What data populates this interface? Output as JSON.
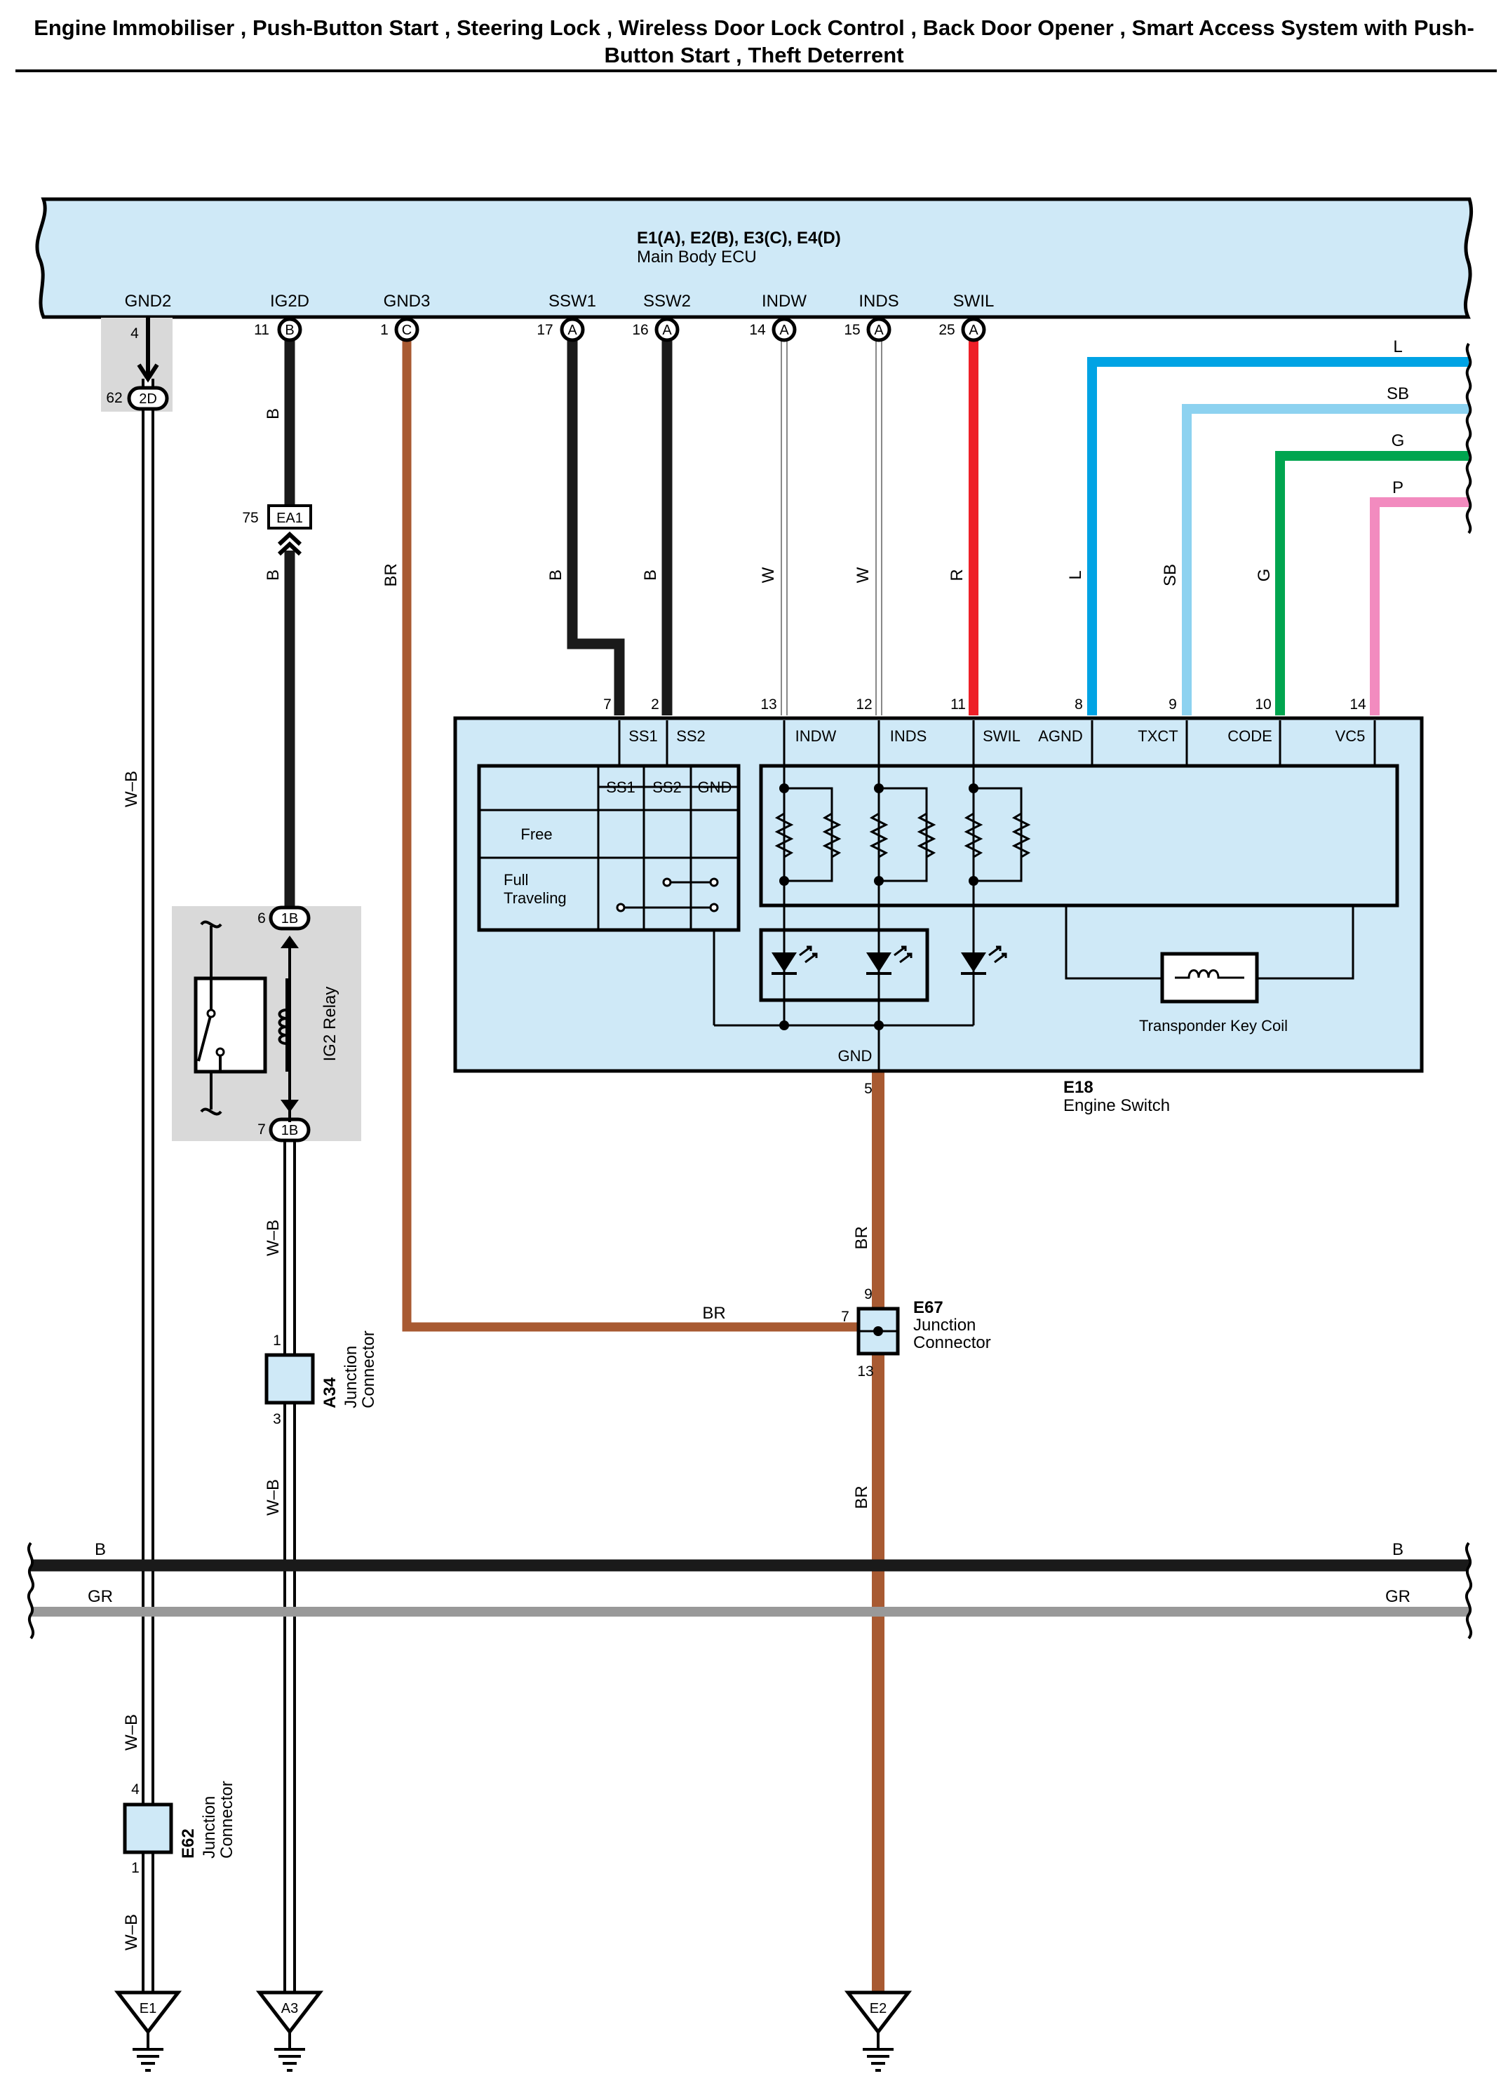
{
  "title": "Engine Immobiliser , Push-Button Start , Steering Lock , Wireless Door Lock Control , Back Door Opener , Smart Access System with Push-Button Start , Theft Deterrent",
  "colors": {
    "ecu_fill": "#cfe9f7",
    "wire_black": "#1a1a1a",
    "wire_brown": "#a85a32",
    "wire_red": "#ee2028",
    "wire_blue": "#00a3e4",
    "wire_sky_blue": "#8dd2f0",
    "wire_green": "#00a54f",
    "wire_pink": "#f28bbf",
    "wire_gray": "#999999",
    "relay_shade": "#d9d9d9"
  },
  "ecu": {
    "connectors": "E1(A), E2(B), E3(C), E4(D)",
    "name": "Main Body ECU",
    "terminals": [
      {
        "label": "GND2",
        "pin": "4",
        "conn": ""
      },
      {
        "label": "IG2D",
        "pin": "11",
        "conn": "B"
      },
      {
        "label": "GND3",
        "pin": "1",
        "conn": "C"
      },
      {
        "label": "SSW1",
        "pin": "17",
        "conn": "A"
      },
      {
        "label": "SSW2",
        "pin": "16",
        "conn": "A"
      },
      {
        "label": "INDW",
        "pin": "14",
        "conn": "A"
      },
      {
        "label": "INDS",
        "pin": "15",
        "conn": "A"
      },
      {
        "label": "SWIL",
        "pin": "25",
        "conn": "A"
      }
    ]
  },
  "wires": {
    "gnd2_to_e1": "W–B",
    "ig2d": "B",
    "gnd3": "BR",
    "ssw1": "B",
    "ssw2": "B",
    "indw": "W",
    "inds": "W",
    "swil": "R",
    "agnd": "L",
    "txct": "SB",
    "code": "G",
    "vc5": "P",
    "relay_out": "W–B",
    "a34_out": "W–B",
    "e62_in": "W–B",
    "e62_out": "W–B",
    "e67_in": "BR",
    "e67_out": "BR",
    "gnd3_to_e67": "BR",
    "bus_black": "B",
    "bus_gray": "GR"
  },
  "inline_connectors": {
    "c2d": {
      "code": "2D",
      "pin": "62"
    },
    "ea1": {
      "code": "EA1",
      "pin": "75"
    },
    "relay_in": {
      "code": "1B",
      "pin": "6"
    },
    "relay_out": {
      "code": "1B",
      "pin": "7"
    }
  },
  "relay": {
    "name": "IG2 Relay"
  },
  "engine_switch": {
    "code": "E18",
    "name": "Engine Switch",
    "pins": [
      {
        "label": "SS1",
        "pin": "7"
      },
      {
        "label": "SS2",
        "pin": "2"
      },
      {
        "label": "INDW",
        "pin": "13"
      },
      {
        "label": "INDS",
        "pin": "12"
      },
      {
        "label": "SWIL",
        "pin": "11"
      },
      {
        "label": "AGND",
        "pin": "8"
      },
      {
        "label": "TXCT",
        "pin": "9"
      },
      {
        "label": "CODE",
        "pin": "10"
      },
      {
        "label": "VC5",
        "pin": "14"
      }
    ],
    "gnd_label": "GND",
    "gnd_pin": "5",
    "coil_label": "Transponder Key Coil",
    "table": {
      "headers": [
        "SS1",
        "SS2",
        "GND"
      ],
      "rows": [
        "Free",
        "Full Traveling"
      ]
    }
  },
  "junctions": {
    "e67": {
      "code": "E67",
      "name": "Junction Connector",
      "pins": [
        "9",
        "7",
        "13"
      ]
    },
    "a34": {
      "code": "A34",
      "name": "Junction Connector",
      "pins": [
        "1",
        "3"
      ]
    },
    "e62": {
      "code": "E62",
      "name": "Junction Connector",
      "pins": [
        "4",
        "1"
      ]
    }
  },
  "grounds": [
    "E1",
    "A3",
    "E2"
  ]
}
